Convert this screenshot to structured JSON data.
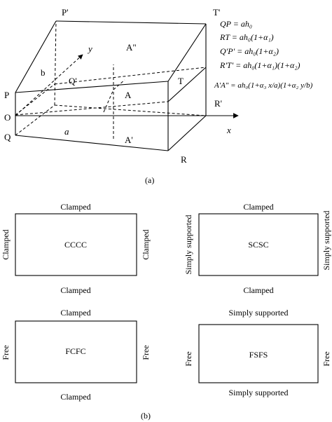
{
  "figure_a": {
    "points": {
      "P_prime": "P'",
      "T_prime": "T'",
      "P": "P",
      "O": "O",
      "Q": "Q",
      "R": "R",
      "R_prime": "R'",
      "T": "T",
      "Q_prime": "Q'",
      "A": "A",
      "A_prime": "A'",
      "A_dprime": "A\"",
      "a": "a",
      "b": "b",
      "x_axis": "x",
      "y_axis": "y"
    },
    "equations": [
      "QP = ah₀",
      "RT = ah₀(1+α₁)",
      "Q'P' = ah₀(1+α₂)",
      "R'T' = ah₀(1+α₁)(1+α₂)",
      "A'A\" = ah₀(1+α₃ x/a)(1+α₂ y/b)"
    ],
    "caption": "(a)"
  },
  "figure_b": {
    "panels": [
      {
        "code": "CCCC",
        "top": "Clamped",
        "bottom": "Clamped",
        "left": "Clamped",
        "right": "Clamped"
      },
      {
        "code": "SCSC",
        "top": "Clamped",
        "bottom": "Clamped",
        "left": "Simply supported",
        "right": "Simply supported"
      },
      {
        "code": "FCFC",
        "top": "Clamped",
        "bottom": "Clamped",
        "left": "Free",
        "right": "Free"
      },
      {
        "code": "FSFS",
        "top": "Simply supported",
        "bottom": "Simply supported",
        "left": "Free",
        "right": "Free"
      }
    ],
    "caption": "(b)"
  }
}
